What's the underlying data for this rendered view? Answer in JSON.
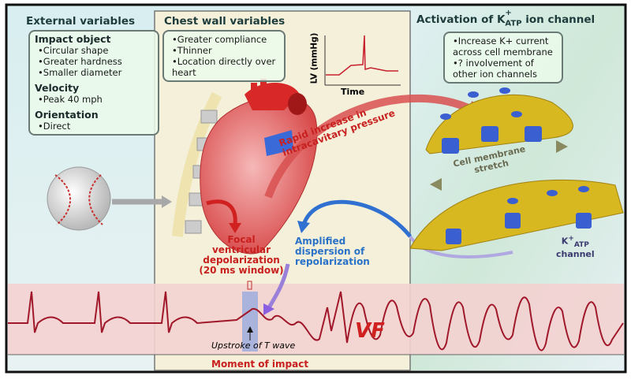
{
  "external": {
    "title": "External variables",
    "impact_heading": "Impact object",
    "impact_items": [
      "Circular shape",
      "Greater hardness",
      "Smaller diameter"
    ],
    "velocity_heading": "Velocity",
    "velocity_items": [
      "Peak 40 mph"
    ],
    "orientation_heading": "Orientation",
    "orientation_items": [
      "Direct"
    ]
  },
  "chest": {
    "title": "Chest wall variables",
    "items": [
      "Greater compliance",
      "Thinner",
      "Location directly over heart"
    ],
    "lv_ylabel": "LV (mmHg)",
    "lv_xlabel": "Time",
    "pressure_label_1": "Rapid increase in",
    "pressure_label_2": "intracavitary pressure",
    "focal_label": [
      "Focal",
      "ventricular",
      "depolarization",
      "(20 ms window)"
    ],
    "dispersion_label": [
      "Amplified",
      "dispersion of",
      "repolarization"
    ],
    "upstroke_label": "Upstroke of T wave",
    "moment_label": "Moment of impact"
  },
  "katp": {
    "title_prefix": "Activation of K",
    "title_sup": "+",
    "title_sub": "ATP",
    "title_suffix": " ion channel",
    "items": [
      "Increase K+ current across cell membrane",
      "? involvement of other ion channels"
    ],
    "membrane_label_1": "Cell membrane",
    "membrane_label_2": "stretch",
    "channel_label_k": "K",
    "channel_label_sup": "+",
    "channel_label_sub": "ATP",
    "channel_label_2": "channel"
  },
  "ecg": {
    "vf_label": "VF"
  },
  "colors": {
    "red": "#c8201e",
    "blue": "#2a72c8",
    "ecg": "#a0182a",
    "band": "#f3d2d0",
    "membrane": "#d8b820",
    "channel": "#3a5fd0"
  }
}
